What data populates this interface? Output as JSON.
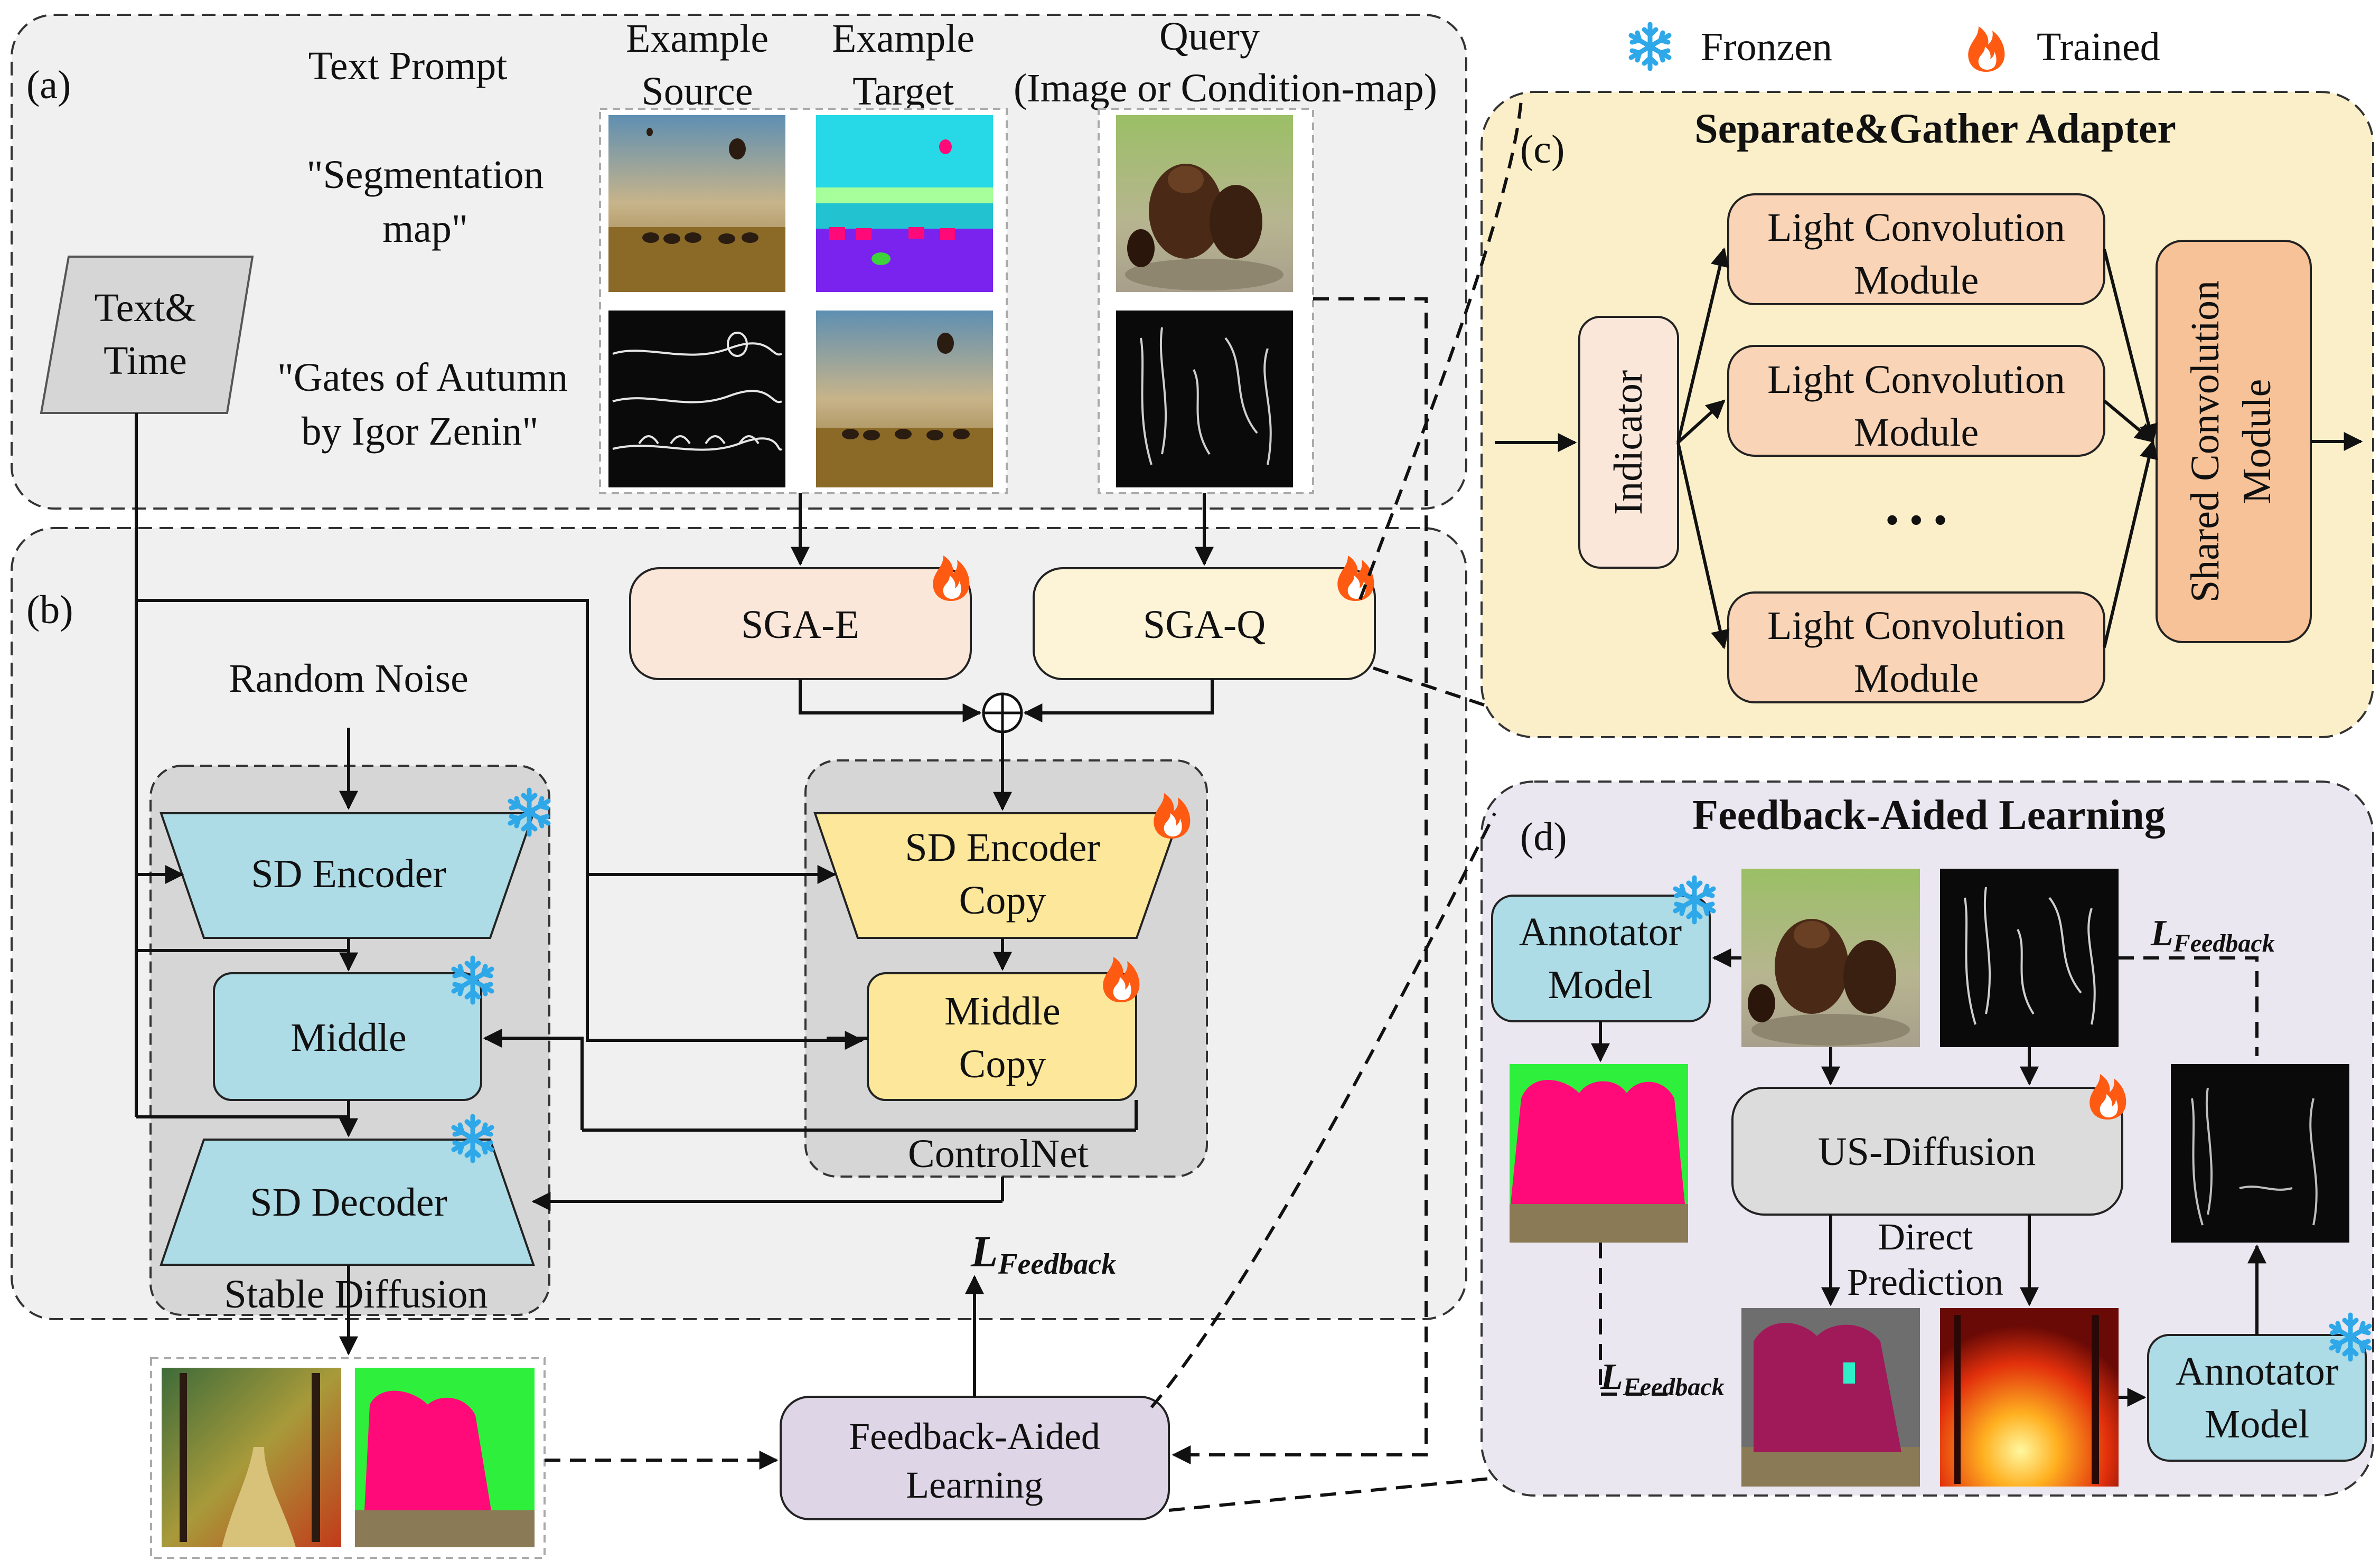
{
  "legend": {
    "frozen_label": "Fronzen",
    "trained_label": "Trained",
    "frozen_icon": "snowflake-icon",
    "trained_icon": "fire-icon"
  },
  "panel_a": {
    "tag": "(a)",
    "text_prompt_header": "Text Prompt",
    "example_source_header": [
      "Example",
      "Source"
    ],
    "example_target_header": [
      "Example",
      "Target"
    ],
    "query_header": [
      "Query",
      "(Image or Condition-map)"
    ],
    "prompt_1": [
      "\"Segmentation",
      "map\""
    ],
    "prompt_2": [
      "\"Gates of Autumn",
      "by Igor Zenin\""
    ],
    "text_time": [
      "Text&",
      "Time"
    ]
  },
  "panel_b": {
    "tag": "(b)",
    "random_noise": "Random Noise",
    "sga_e": "SGA-E",
    "sga_q": "SGA-Q",
    "sum_symbol": "⊕",
    "sd_encoder": "SD Encoder",
    "middle": "Middle",
    "sd_decoder": "SD Decoder",
    "stable_diffusion": "Stable Diffusion",
    "sd_encoder_copy": [
      "SD Encoder",
      "Copy"
    ],
    "middle_copy": [
      "Middle",
      "Copy"
    ],
    "controlnet": "ControlNet",
    "feedback_block": [
      "Feedback-Aided",
      "Learning"
    ],
    "loss_main": "L",
    "loss_sub": "Feedback"
  },
  "panel_c": {
    "tag": "(c)",
    "title": "Separate&Gather Adapter",
    "indicator": "Indicator",
    "light_conv": [
      "Light Convolution",
      "Module"
    ],
    "dots": "• • •",
    "shared_conv": [
      "Shared Convolution",
      "Module"
    ]
  },
  "panel_d": {
    "tag": "(d)",
    "title": "Feedback-Aided Learning",
    "annotator": [
      "Annotator",
      "Model"
    ],
    "us_diffusion": "US-Diffusion",
    "direct_prediction": [
      "Direct",
      "Prediction"
    ],
    "loss_main": "L",
    "loss_sub": "Feedback"
  },
  "colors": {
    "panel_ab_bg": "#f0f0f0",
    "panel_c_bg": "#fbefc9",
    "panel_d_bg": "#ebe7f0",
    "frozen_block": "#addbe6",
    "trained_block_yellow": "#fde79a",
    "sga_e_block": "#fbe7da",
    "sga_q_block": "#fdf4d7",
    "light_conv_block": "#f9d4b6",
    "shared_conv_block": "#f7c297",
    "feedback_block": "#ded5e6",
    "us_diffusion_block": "#dcdcdc",
    "group_bg": "#d6d6d6",
    "seg_pink": "#ff0a78",
    "seg_green": "#2ef03c",
    "seg_olive": "#8a7a55",
    "fire_orange": "#ff5a12",
    "snow_blue": "#2ea8e8"
  }
}
